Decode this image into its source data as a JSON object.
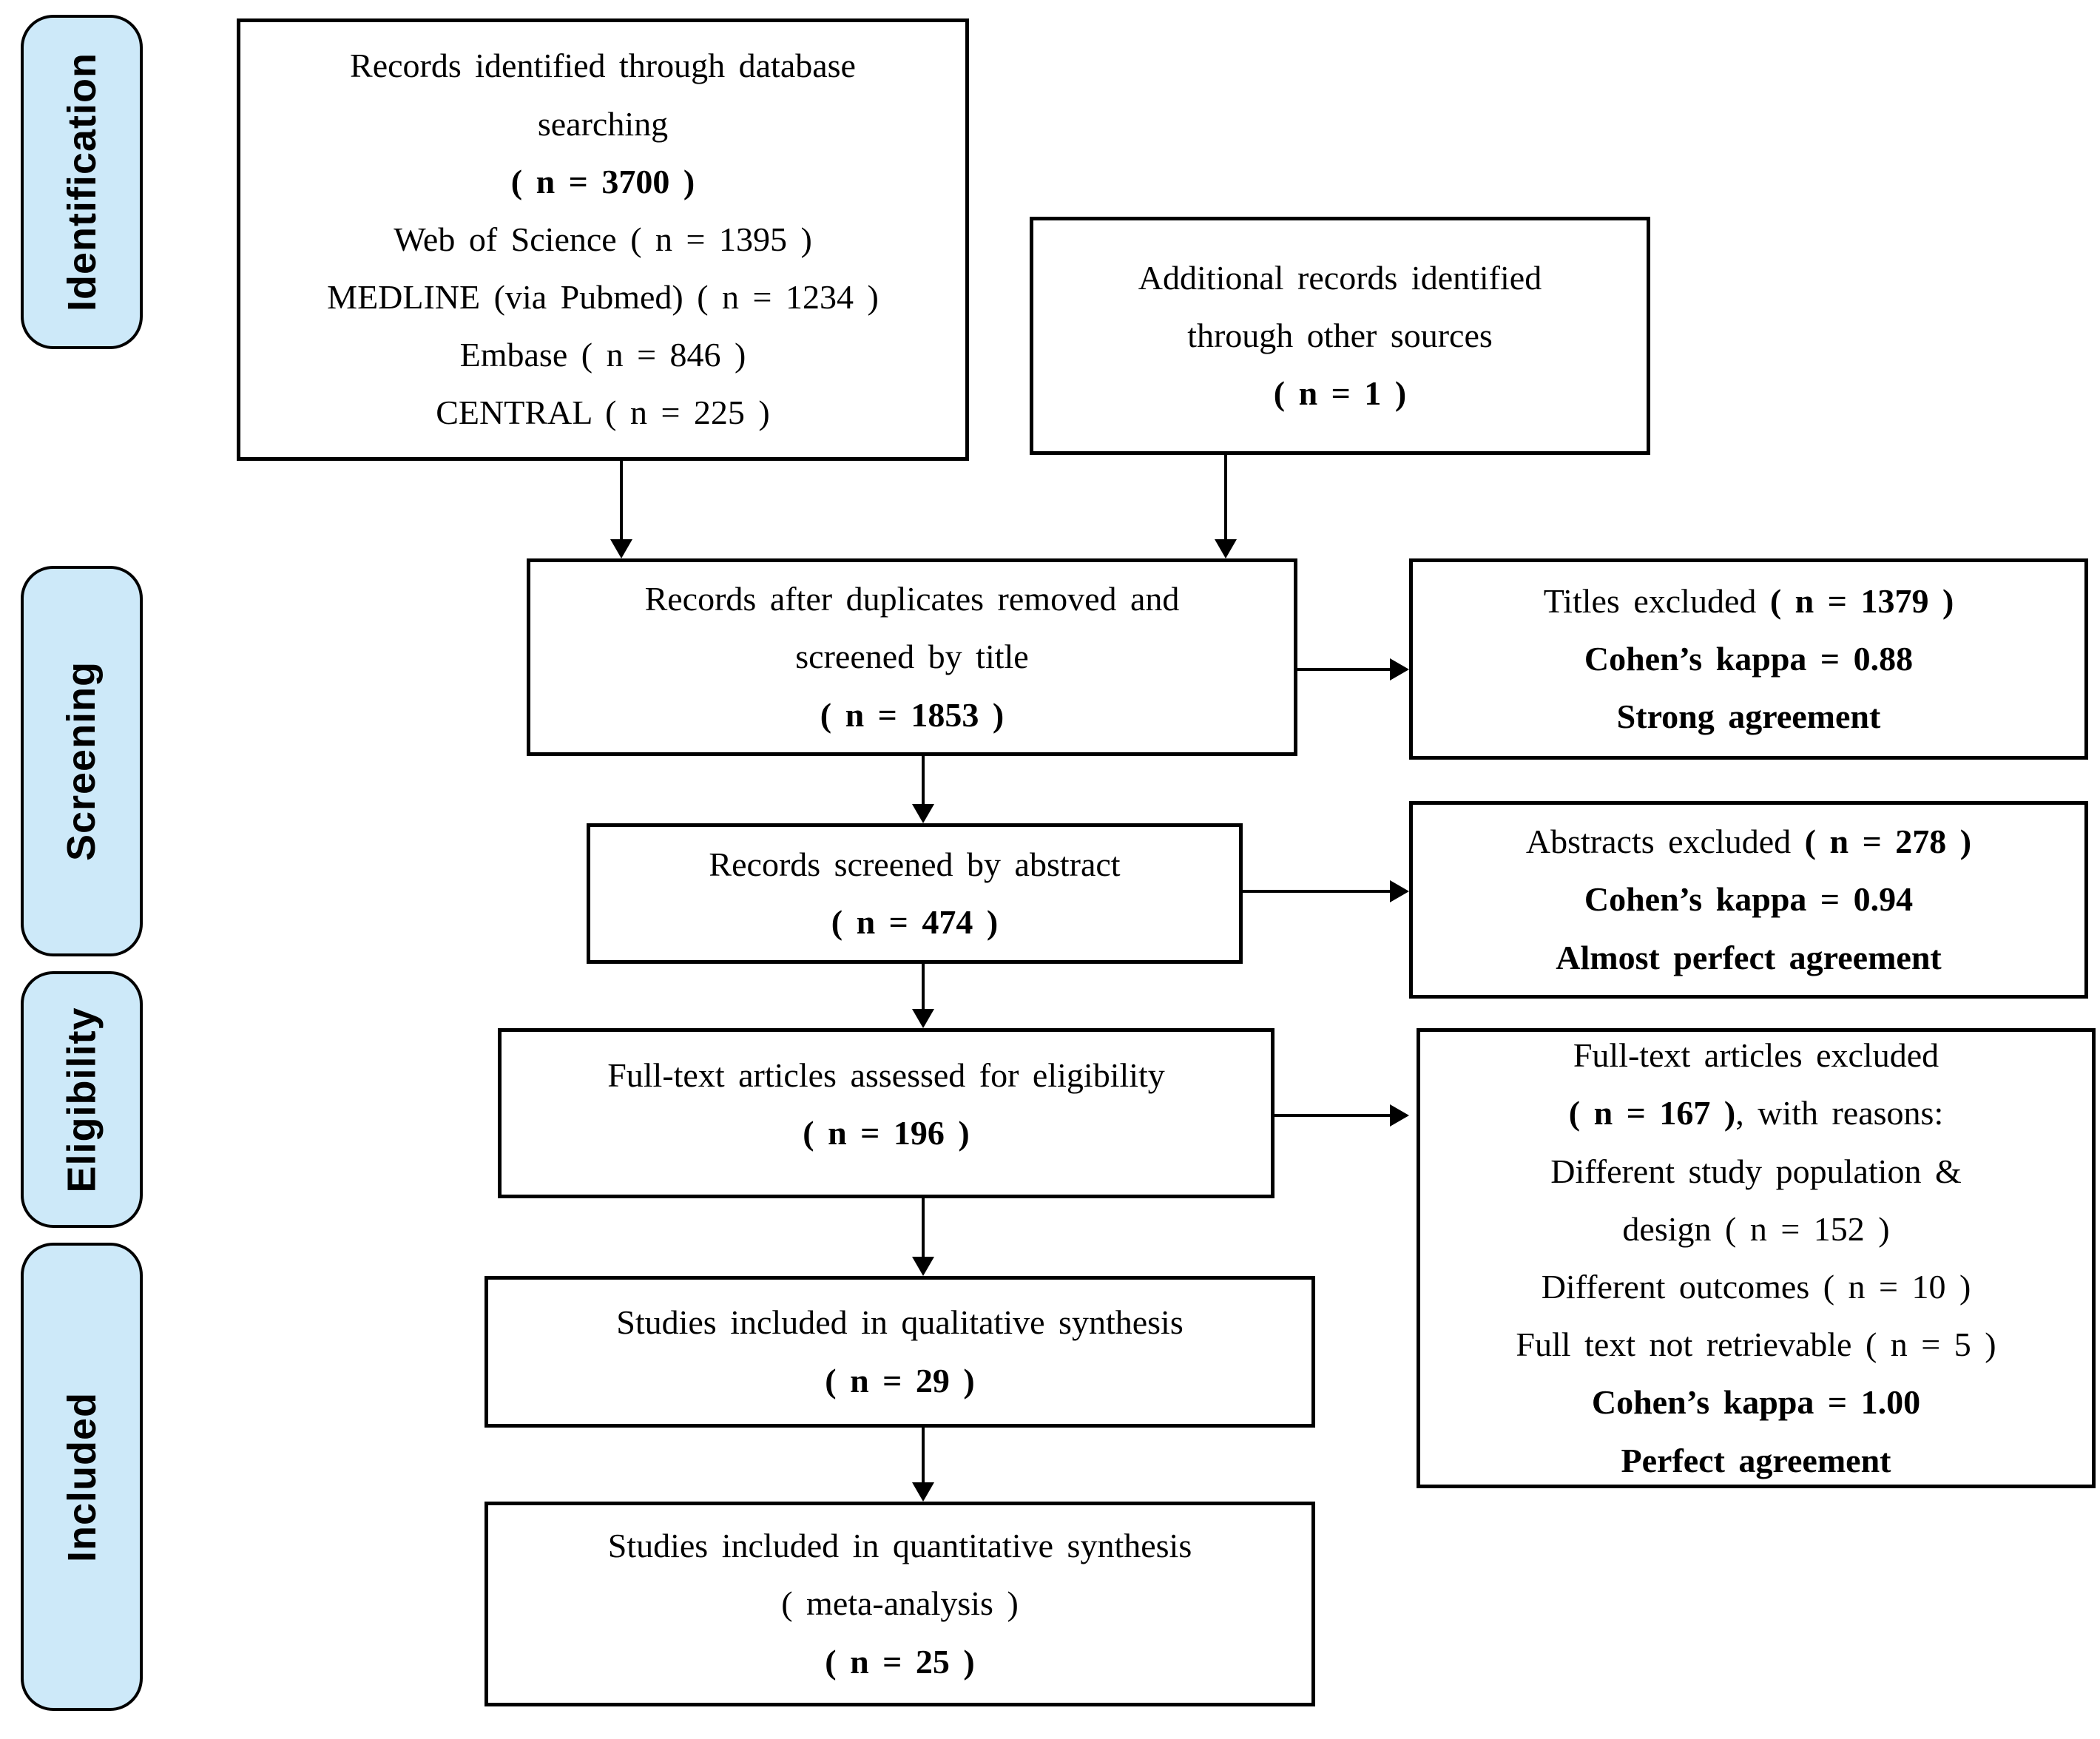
{
  "sidebar": {
    "fill_color": "#cde9f9",
    "border_color": "#000000",
    "stages": [
      {
        "label": "Identification"
      },
      {
        "label": "Screening"
      },
      {
        "label": "Eligibility"
      },
      {
        "label": "Included"
      }
    ]
  },
  "boxes": {
    "identified": {
      "lines": [
        {
          "pre": "Records identified through database"
        },
        {
          "pre": "searching"
        },
        {
          "strong": "( n = 3700 )"
        },
        {
          "pre": "Web of Science ( n = 1395 )"
        },
        {
          "pre": "MEDLINE (via Pubmed) ( n = 1234 )"
        },
        {
          "pre": "Embase ( n = 846 )"
        },
        {
          "pre": "CENTRAL ( n = 225 )"
        }
      ]
    },
    "additional": {
      "lines": [
        {
          "pre": "Additional records identified"
        },
        {
          "pre": "through other sources"
        },
        {
          "strong": "( n = 1 )"
        }
      ]
    },
    "duplicates_removed": {
      "lines": [
        {
          "pre": "Records after duplicates removed and"
        },
        {
          "pre": "screened by title"
        },
        {
          "strong": "( n = 1853 )"
        }
      ]
    },
    "screened_abstract": {
      "lines": [
        {
          "pre": "Records screened by abstract"
        },
        {
          "strong": "( n = 474 )"
        }
      ]
    },
    "fulltext_assessed": {
      "lines": [
        {
          "pre": "Full-text articles assessed for eligibility"
        },
        {
          "strong": "( n = 196 )"
        }
      ]
    },
    "qualitative": {
      "lines": [
        {
          "pre": "Studies included in qualitative synthesis"
        },
        {
          "strong": "( n = 29 )"
        }
      ]
    },
    "quantitative": {
      "lines": [
        {
          "pre": "Studies included in quantitative synthesis"
        },
        {
          "pre": "( meta-analysis )"
        },
        {
          "strong": "( n = 25 )"
        }
      ]
    },
    "titles_excluded": {
      "lines": [
        {
          "pre": "Titles excluded ",
          "strong": "( n = 1379 )"
        },
        {
          "strong": "Cohen’s kappa = 0.88"
        },
        {
          "strong": "Strong agreement"
        }
      ]
    },
    "abstracts_excluded": {
      "lines": [
        {
          "pre": "Abstracts excluded ",
          "strong": "( n = 278 )"
        },
        {
          "strong": "Cohen’s kappa = 0.94"
        },
        {
          "strong": "Almost perfect agreement"
        }
      ]
    },
    "fulltext_excluded": {
      "lines": [
        {
          "pre": "Full-text articles excluded"
        },
        {
          "strong": "( n = 167 )",
          "post": ", with reasons:"
        },
        {
          "pre": "Different study population &"
        },
        {
          "pre": "design ( n = 152 )"
        },
        {
          "pre": "Different outcomes ( n = 10 )"
        },
        {
          "pre": "Full text not retrievable ( n = 5 )"
        },
        {
          "strong": "Cohen’s kappa = 1.00"
        },
        {
          "strong": "Perfect agreement"
        }
      ]
    }
  }
}
